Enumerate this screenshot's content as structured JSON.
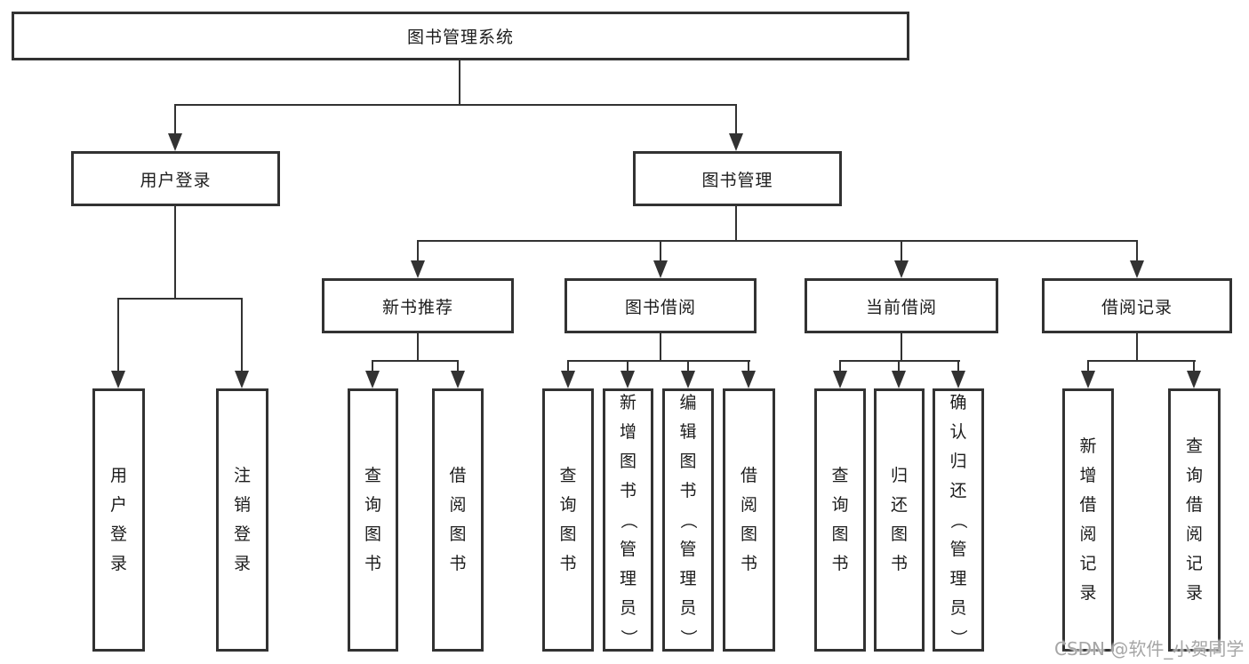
{
  "watermark": "CSDN @软件_小贺同学",
  "colors": {
    "line": "#323232",
    "text": "#1c1c1c",
    "watermark": "#a6a6a6",
    "background": "#ffffff"
  },
  "nodes": {
    "root": {
      "label": "图书管理系统"
    },
    "user_login": {
      "label": "用户登录"
    },
    "book_mgmt": {
      "label": "图书管理"
    },
    "new_book_rec": {
      "label": "新书推荐"
    },
    "book_borrow": {
      "label": "图书借阅"
    },
    "current_borrow": {
      "label": "当前借阅"
    },
    "borrow_record": {
      "label": "借阅记录"
    },
    "leaf_user_login": {
      "label": "用户登录"
    },
    "leaf_logout": {
      "label": "注销登录"
    },
    "leaf_nb_query": {
      "label": "查询图书"
    },
    "leaf_nb_borrow": {
      "label": "借阅图书"
    },
    "leaf_bb_query": {
      "label": "查询图书"
    },
    "leaf_bb_add": {
      "label": "新增图书（管理员）"
    },
    "leaf_bb_edit": {
      "label": "编辑图书（管理员）"
    },
    "leaf_bb_borrow": {
      "label": "借阅图书"
    },
    "leaf_cb_query": {
      "label": "查询图书"
    },
    "leaf_cb_return": {
      "label": "归还图书"
    },
    "leaf_cb_confirm": {
      "label": "确认归还（管理员）"
    },
    "leaf_br_add": {
      "label": "新增借阅记录"
    },
    "leaf_br_query": {
      "label": "查询借阅记录"
    }
  }
}
